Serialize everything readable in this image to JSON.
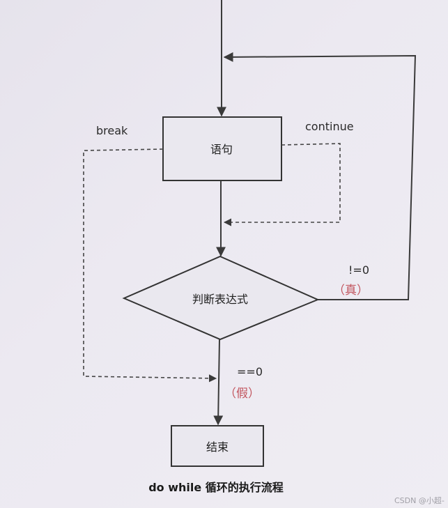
{
  "nodes": {
    "statement": "语句",
    "condition": "判断表达式",
    "end": "结束"
  },
  "edges": {
    "break": "break",
    "continue": "continue",
    "true_cond": "!=0",
    "true_label": "（真）",
    "false_cond": "==0",
    "false_label": "（假）"
  },
  "caption": "do while 循环的执行流程",
  "watermark": "CSDN @小超-",
  "colors": {
    "line": "#3a3a3a",
    "box_fill": "#eae8ef",
    "accent_red": "#c2565f"
  }
}
